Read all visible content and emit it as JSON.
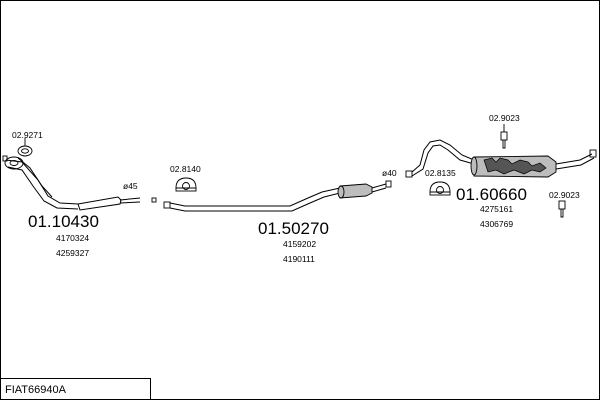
{
  "diagram": {
    "sheet_code": "FIAT66940A",
    "parts": [
      {
        "code": "01.10430",
        "refs": [
          "4170324",
          "4259327"
        ]
      },
      {
        "code": "01.50270",
        "refs": [
          "4159202",
          "4190111"
        ]
      },
      {
        "code": "01.60660",
        "refs": [
          "4275161",
          "4306769"
        ]
      }
    ],
    "accessories": [
      {
        "code": "02.9271"
      },
      {
        "code": "02.8140"
      },
      {
        "code": "02.8135"
      },
      {
        "code": "02.9023"
      },
      {
        "code": "02.9023"
      }
    ],
    "diameters": [
      {
        "label": "ø45"
      },
      {
        "label": "ø40"
      }
    ]
  }
}
